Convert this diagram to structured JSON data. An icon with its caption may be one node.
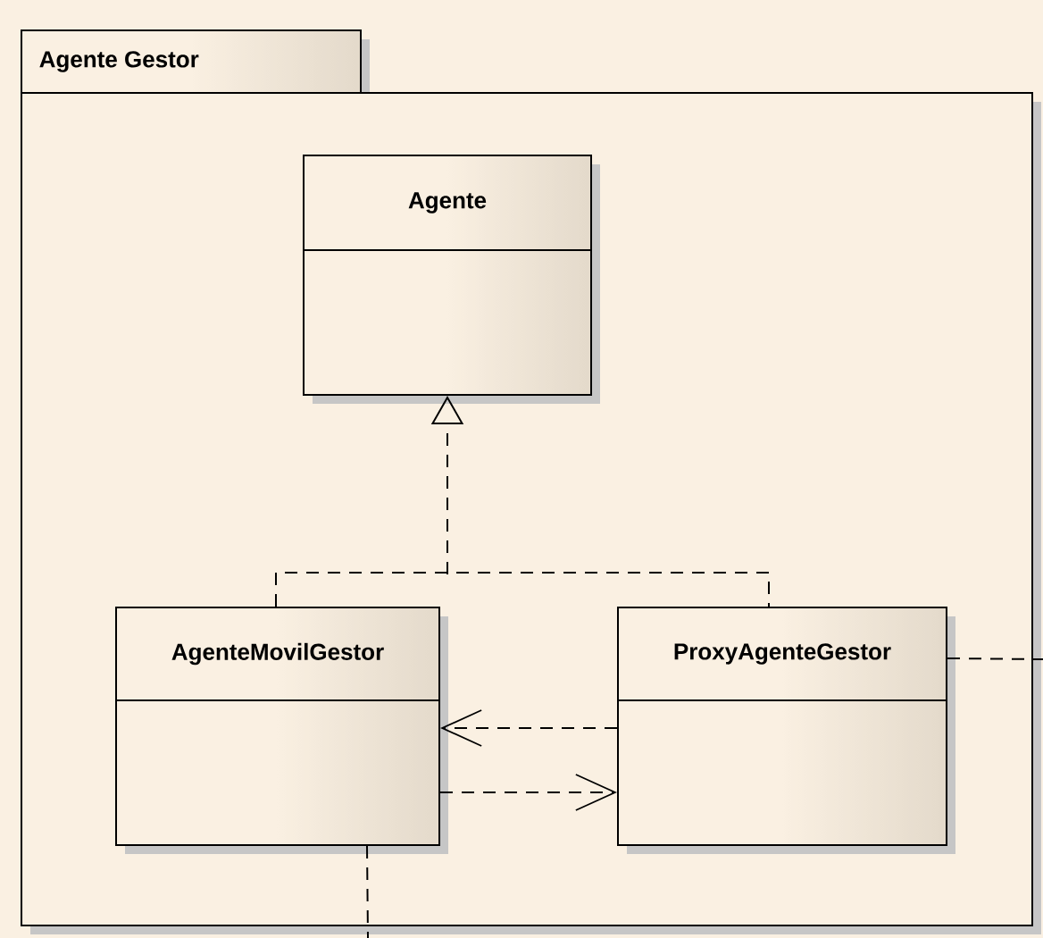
{
  "diagram": {
    "nodes": [
      {
        "text": [
          "Agente Gestor"
        ]
      },
      {
        "text": [
          "Agente"
        ],
        "in": 0
      },
      {
        "text": [
          "AgenteMovilGestor"
        ],
        "in": 0
      },
      {
        "text": [
          "ProxyAgenteGestor"
        ],
        "in": 0
      }
    ],
    "edges": [
      {
        "from": 2,
        "to": 1,
        "arrow": "to",
        "style": "dashed"
      },
      {
        "from": 3,
        "to": 1,
        "arrow": "to",
        "style": "dashed"
      },
      {
        "from": 3,
        "to": 2,
        "arrow": "to",
        "style": "dashed"
      },
      {
        "from": 2,
        "to": 3,
        "arrow": "to",
        "style": "dashed"
      },
      {
        "from": 3,
        "to": null,
        "arrow": "none",
        "style": "dashed"
      },
      {
        "from": 2,
        "to": null,
        "arrow": "none",
        "style": "dashed"
      }
    ]
  }
}
